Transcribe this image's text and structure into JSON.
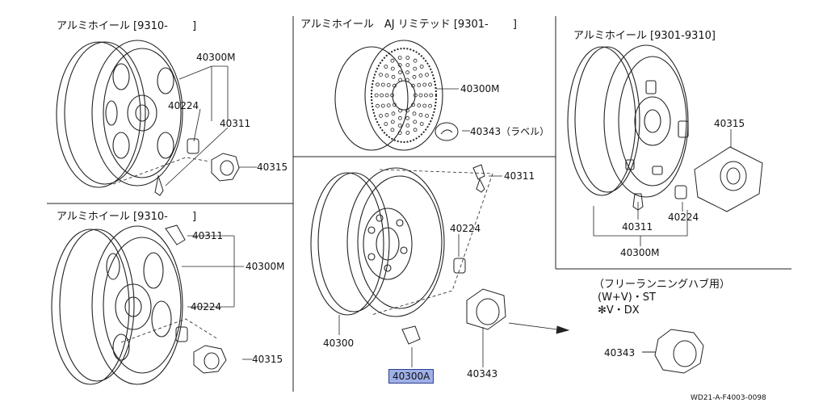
{
  "panels": {
    "top_left_title": "アルミホイール [9310-　　 ]",
    "top_middle_title": "アルミホイール　AJ リミテッド [9301-　　 ]",
    "top_right_title": "アルミホイール [9301-9310]",
    "bottom_left_title": "アルミホイール [9310-　　 ]",
    "hub_note_line1": "（フリーランニングハブ用）",
    "hub_note_line2": "(W+V)・ST",
    "hub_note_line3": "✻V・DX"
  },
  "labels": {
    "tl_40300M": "40300M",
    "tl_40224": "40224",
    "tl_40311": "40311",
    "tl_40315": "40315",
    "tm_40300M": "40300M",
    "tm_40343": "40343（ラベル）",
    "bl_40311": "40311",
    "bl_40300M": "40300M",
    "bl_40224": "40224",
    "bl_40315": "40315",
    "c_40311": "40311",
    "c_40224": "40224",
    "c_40300": "40300",
    "c_40300A": "40300A",
    "c_40343": "40343",
    "r_40315": "40315",
    "r_40311": "40311",
    "r_40224": "40224",
    "r_40300M": "40300M",
    "hub_40343": "40343"
  },
  "footer_code": "WD21-A-F4003-0098"
}
